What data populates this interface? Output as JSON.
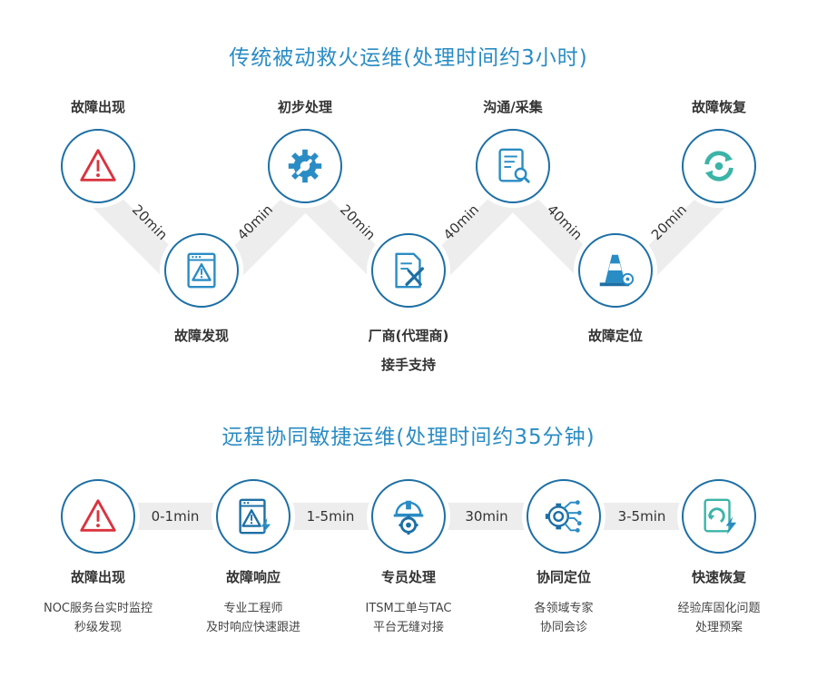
{
  "section1": {
    "title": "传统被动救火运维(处理时间约3小时)",
    "steps": [
      {
        "label": "故障出现",
        "icon": "warning-triangle-icon"
      },
      {
        "label": "故障发现",
        "icon": "alarm-panel-icon"
      },
      {
        "label": "初步处理",
        "icon": "gear-wrench-icon"
      },
      {
        "label": "厂商(代理商)",
        "label2": "接手支持",
        "icon": "document-tools-icon"
      },
      {
        "label": "沟通/采集",
        "icon": "document-search-icon"
      },
      {
        "label": "故障定位",
        "icon": "traffic-cone-icon"
      },
      {
        "label": "故障恢复",
        "icon": "refresh-cycle-icon"
      }
    ],
    "durations": [
      "20min",
      "40min",
      "20min",
      "40min",
      "40min",
      "20min"
    ]
  },
  "section2": {
    "title": "远程协同敏捷运维(处理时间约35分钟)",
    "steps": [
      {
        "label": "故障出现",
        "desc1": "NOC服务台实时监控",
        "desc2": "秒级发现",
        "icon": "warning-triangle-icon"
      },
      {
        "label": "故障响应",
        "desc1": "专业工程师",
        "desc2": "及时响应快速跟进",
        "icon": "alarm-bolt-icon"
      },
      {
        "label": "专员处理",
        "desc1": "ITSM工单与TAC",
        "desc2": "平台无缝对接",
        "icon": "helmet-gear-icon"
      },
      {
        "label": "协同定位",
        "desc1": "各领域专家",
        "desc2": "协同会诊",
        "icon": "circuit-network-icon"
      },
      {
        "label": "快速恢复",
        "desc1": "经验库固化问题",
        "desc2": "处理预案",
        "icon": "document-refresh-bolt-icon"
      }
    ],
    "durations": [
      "0-1min",
      "1-5min",
      "30min",
      "3-5min"
    ]
  },
  "colors": {
    "blue": "#2a8cc4",
    "dark_blue": "#1d6fa5",
    "red": "#d9343f",
    "teal": "#3bb4a7",
    "band": "#ededed"
  }
}
